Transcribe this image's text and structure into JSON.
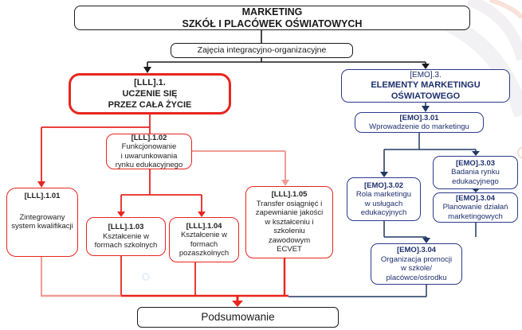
{
  "title": "MARKETING SZKÓŁ I PLACÓWEK OŚWIATOWYCH — schemat zajęć",
  "colors": {
    "red": "#e8251f",
    "redLight": "#f19b96",
    "navy": "#1f3864",
    "navyBorder": "#2d3a8c",
    "navyText": "#1d2f6e",
    "ink": "#1a1a1a"
  },
  "nodes": {
    "marketing": {
      "body": "MARKETING\nSZKÓŁ I PLACÓWEK OŚWIATOWYCH"
    },
    "zajecia": {
      "body": "Zajęcia integracyjno-organizacyjne"
    },
    "lll1": {
      "code": "[LLL].1.",
      "body": "UCZENIE SIĘ\nPRZEZ CAŁA ŻYCIE"
    },
    "lll101": {
      "code": "[LLL].1.01",
      "body": "Zintegrowany\nsystem kwalifikacji"
    },
    "lll102": {
      "code": "[LLL].1.02",
      "body": "Funkcjonowanie\ni uwarunkowania\nrynku edukacyjnego"
    },
    "lll103": {
      "code": "[LLL].1.03",
      "body": "Kształcenie w\nformach szkolnych"
    },
    "lll104": {
      "code": "[LLL].1.04",
      "body": "Kształcenie w\nformach\npozaszkolnych"
    },
    "lll105": {
      "code": "[LLL].1.05",
      "body": "Transfer osiągnięć i\nzapewnianie jakości\nw kształceniu i\nszkoleniu\nzawodowym\nECVET"
    },
    "emo3": {
      "code": "[EMO].3.",
      "body": "ELEMENTY MARKETINGU\nOŚWIATOWEGO"
    },
    "emo301": {
      "code": "[EMO].3.01",
      "body": "Wprowadzenie do marketingu"
    },
    "emo302": {
      "code": "[EMO].3.02",
      "body": "Rola marketingu\nw usługach\nedukacyjnych"
    },
    "emo303": {
      "code": "[EMO].3.03",
      "body": "Badania rynku\nedukacyjnego"
    },
    "emo304a": {
      "code": "[EMO].3.04",
      "body": "Planowanie działań\nmarketingowych"
    },
    "emo304b": {
      "code": "[EMO].3.04",
      "body": "Organizacja promocji\nw szkole/\nplacówce/ośrodku"
    },
    "podsumowanie": {
      "body": "Podsumowanie"
    }
  }
}
